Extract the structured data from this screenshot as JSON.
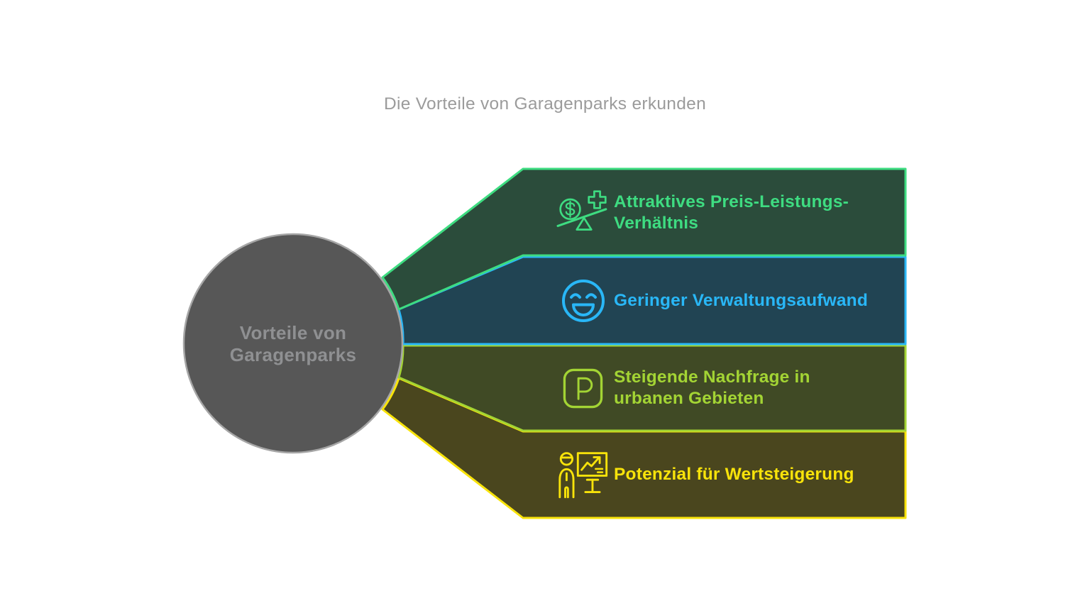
{
  "title": "Die Vorteile von Garagenparks erkunden",
  "title_color": "#9b9b9b",
  "center_circle": {
    "label": "Vorteile von\nGaragenparks",
    "fill": "#575757",
    "border": "#a6a6a6",
    "text_color": "#8f9092"
  },
  "benefits": [
    {
      "label": "Attraktives Preis-Leistungs-\nVerhältnis",
      "icon": "price-performance-balance-icon",
      "accent": "#3edc81",
      "fill": "#2b4c3b"
    },
    {
      "label": "Geringer Verwaltungsaufwand",
      "icon": "smiley-face-icon",
      "accent": "#29b7f7",
      "fill": "#214453"
    },
    {
      "label": "Steigende Nachfrage in\nurbanen Gebieten",
      "icon": "parking-icon",
      "accent": "#a3d434",
      "fill": "#404a25"
    },
    {
      "label": "Potenzial für Wertsteigerung",
      "icon": "presentation-growth-chart-icon",
      "accent": "#f8e30a",
      "fill": "#4a461e"
    }
  ]
}
